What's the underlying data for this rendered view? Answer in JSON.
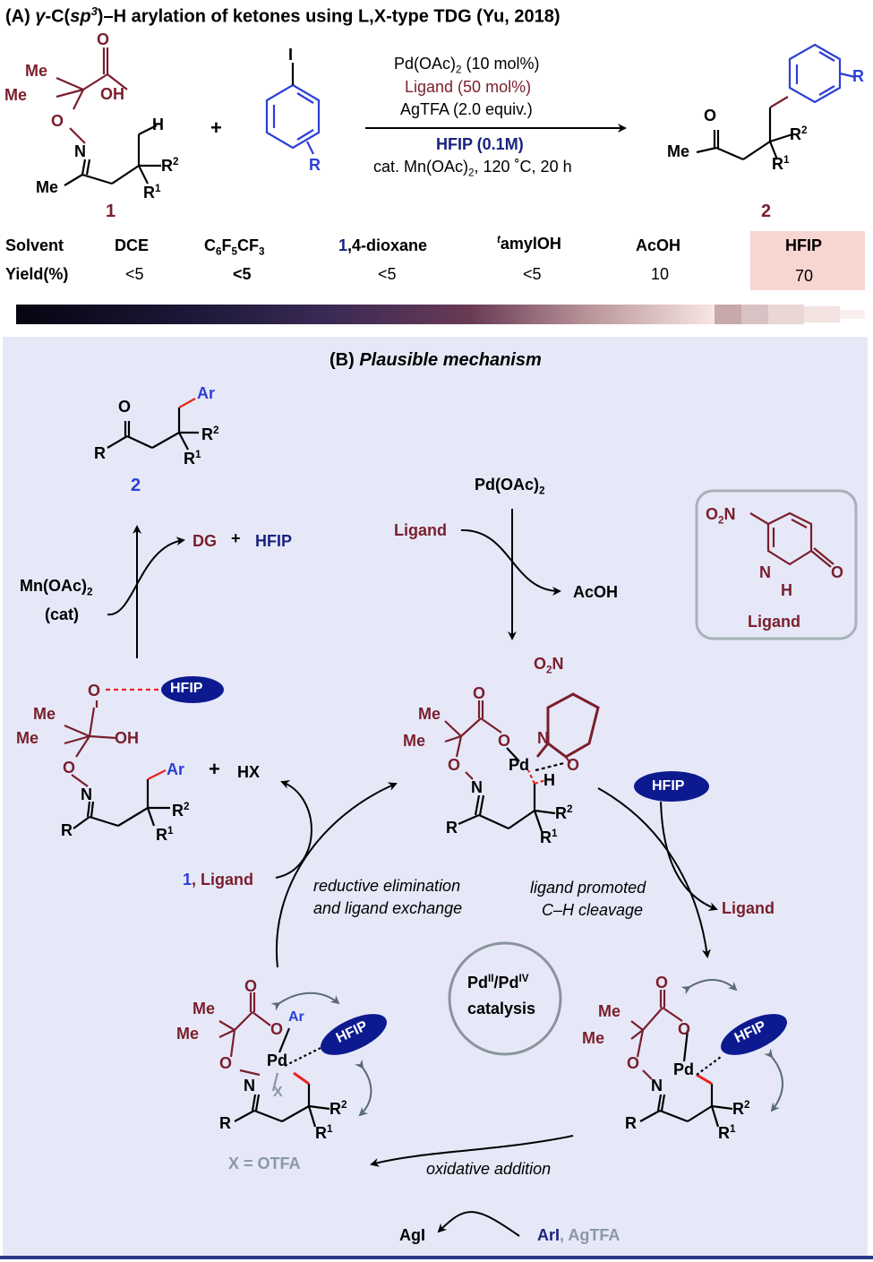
{
  "panel_a": {
    "title_prefix": "(A) ",
    "title_gamma": "γ",
    "title_c": "-C(",
    "title_sp3": "sp",
    "title_sup3": "3",
    "title_rest": ")–H arylation of ketones using L,X-type TDG (Yu, 2018)",
    "conditions": {
      "pd": "Pd(OAc)",
      "pd_sub": "2",
      "pd_rest": " (10 mol%)",
      "ligand": "Ligand (50 mol%)",
      "agtfa": "AgTFA (2.0 equiv.)",
      "hfip": "HFIP (0.1M)",
      "mn": "cat. Mn(OAc)",
      "mn_sub": "2",
      "mn_rest": ", 120 ˚C, 20 h"
    },
    "compound1": "1",
    "compound2": "2",
    "plus": "+",
    "table": {
      "solvent_label": "Solvent",
      "yield_label": "Yield(%)",
      "solvents": [
        "DCE",
        "C6F5CF3",
        "1,4-dioxane",
        "tamylOH",
        "AcOH",
        "HFIP"
      ],
      "yields": [
        "<5",
        "<5",
        "<5",
        "<5",
        "10",
        "70"
      ]
    }
  },
  "panel_b": {
    "title_prefix": "(B) ",
    "title": "Plausible mechanism",
    "pd_oac": "Pd(OAc)",
    "pd_oac_sub": "2",
    "ligand_in": "Ligand",
    "acoh": "AcOH",
    "box_ligand": "Ligand",
    "dg": "DG",
    "plus": "+",
    "hfip": "HFIP",
    "mn": "Mn(OAc)",
    "mn_sub": "2",
    "cat": "(cat)",
    "hx": "HX",
    "one": "1",
    "ligand_comma": ", Ligand",
    "ligand_out": "Ligand",
    "re_line1": "reductive elimination",
    "re_line2": "and ligand exchange",
    "lp_line1": "ligand promoted",
    "lp_line2": "C–H cleavage",
    "cat_line1": "Pd",
    "cat_sup1": "II",
    "cat_mid": "/Pd",
    "cat_sup2": "IV",
    "cat_line2": "catalysis",
    "ox_add": "oxidative addition",
    "x_otfa": "X = OTFA",
    "agi": "AgI",
    "ari": "ArI",
    "agtfa": ", AgTFA"
  },
  "colors": {
    "maroon": "#7a1e2c",
    "blue": "#2b3fd6",
    "navy": "#1a237e",
    "red": "#e8241c",
    "panel_bg": "#e6e8f8",
    "hfip_highlight": "#f7d5d0"
  }
}
